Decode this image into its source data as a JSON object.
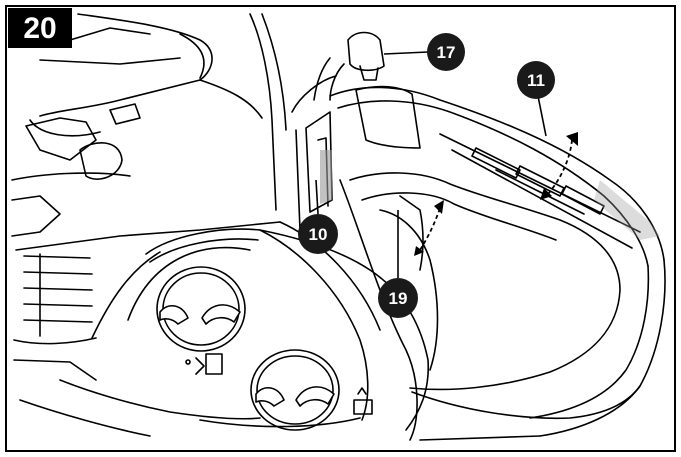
{
  "figure": {
    "number": "20"
  },
  "callouts": [
    {
      "id": "17",
      "label": "17"
    },
    {
      "id": "11",
      "label": "11"
    },
    {
      "id": "10",
      "label": "10"
    },
    {
      "id": "19",
      "label": "19"
    }
  ],
  "colors": {
    "ink": "#000000",
    "paper": "#ffffff",
    "callout_fill": "#1a1a1a",
    "gray_shade": "#9a9a9a"
  }
}
